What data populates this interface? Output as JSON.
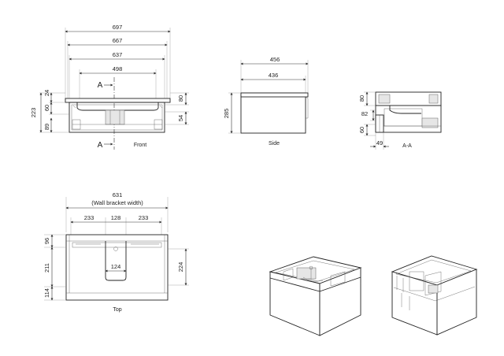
{
  "front": {
    "caption": "Front",
    "section_marker": "A",
    "widths": [
      "697",
      "667",
      "637",
      "498"
    ],
    "left_heights": [
      "24",
      "223",
      "60",
      "89"
    ],
    "right_heights": [
      "80",
      "54"
    ]
  },
  "side": {
    "caption": "Side",
    "widths": [
      "456",
      "436"
    ],
    "height": "285"
  },
  "section": {
    "caption": "A-A",
    "heights": [
      "80",
      "82",
      "60"
    ],
    "width": "49"
  },
  "top": {
    "caption": "Top",
    "overall_width": "631",
    "overall_width_note": "(Wall bracket width)",
    "segments": [
      "233",
      "128",
      "233"
    ],
    "inner_width": "124",
    "left_depths": [
      "96",
      "211",
      "114"
    ],
    "right_depth": "224"
  }
}
